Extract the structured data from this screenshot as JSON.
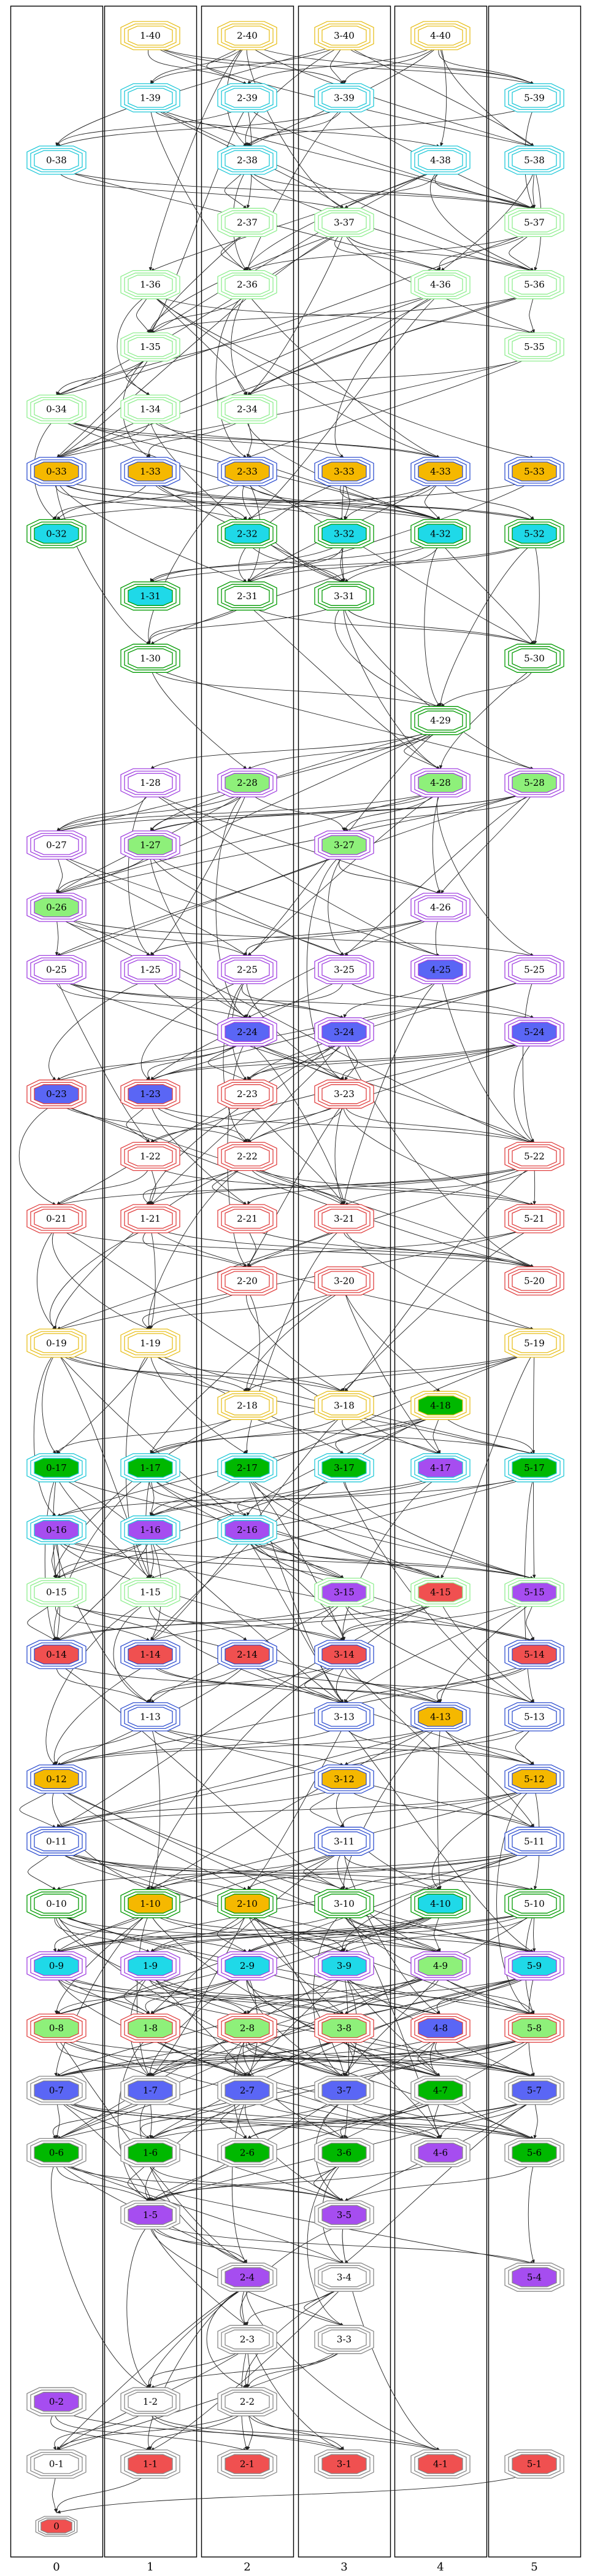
{
  "diagram": {
    "columns": [
      "0",
      "1",
      "2",
      "3",
      "4",
      "5"
    ],
    "rows": [
      40,
      39,
      38,
      37,
      36,
      35,
      34,
      33,
      32,
      31,
      30,
      29,
      28,
      27,
      26,
      25,
      24,
      23,
      22,
      21,
      20,
      19,
      18,
      17,
      16,
      15,
      14,
      13,
      12,
      11,
      10,
      9,
      8,
      7,
      6,
      5,
      4,
      3,
      2,
      1,
      0
    ],
    "palette": {
      "gold": "#F5B800",
      "cyan": "#1FD9E8",
      "green": "#00B800",
      "lightgreen": "#8EF07A",
      "purple": "#A64DF0",
      "blue": "#5A66F5",
      "red": "#F05050",
      "white": "#FFFFFF"
    },
    "border_colors": {
      "gold": "#E8C020",
      "cyan": "#20C8D8",
      "green": "#009900",
      "lightgreen": "#90EE90",
      "purple": "#A040E0",
      "blue": "#3050D0",
      "red": "#E04040",
      "gray": "#999999"
    },
    "nodes": [
      {
        "id": "1-40",
        "fill": "white",
        "border": "gold"
      },
      {
        "id": "2-40",
        "fill": "white",
        "border": "gold"
      },
      {
        "id": "3-40",
        "fill": "white",
        "border": "gold"
      },
      {
        "id": "4-40",
        "fill": "white",
        "border": "gold"
      },
      {
        "id": "1-39",
        "fill": "white",
        "border": "cyan"
      },
      {
        "id": "2-39",
        "fill": "white",
        "border": "cyan"
      },
      {
        "id": "3-39",
        "fill": "white",
        "border": "cyan"
      },
      {
        "id": "5-39",
        "fill": "white",
        "border": "cyan"
      },
      {
        "id": "0-38",
        "fill": "white",
        "border": "cyan"
      },
      {
        "id": "2-38",
        "fill": "white",
        "border": "cyan"
      },
      {
        "id": "4-38",
        "fill": "white",
        "border": "cyan"
      },
      {
        "id": "5-38",
        "fill": "white",
        "border": "cyan"
      },
      {
        "id": "2-37",
        "fill": "white",
        "border": "lightgreen"
      },
      {
        "id": "3-37",
        "fill": "white",
        "border": "lightgreen"
      },
      {
        "id": "5-37",
        "fill": "white",
        "border": "lightgreen"
      },
      {
        "id": "1-36",
        "fill": "white",
        "border": "lightgreen"
      },
      {
        "id": "2-36",
        "fill": "white",
        "border": "lightgreen"
      },
      {
        "id": "4-36",
        "fill": "white",
        "border": "lightgreen"
      },
      {
        "id": "5-36",
        "fill": "white",
        "border": "lightgreen"
      },
      {
        "id": "1-35",
        "fill": "white",
        "border": "lightgreen"
      },
      {
        "id": "5-35",
        "fill": "white",
        "border": "lightgreen"
      },
      {
        "id": "0-34",
        "fill": "white",
        "border": "lightgreen"
      },
      {
        "id": "1-34",
        "fill": "white",
        "border": "lightgreen"
      },
      {
        "id": "2-34",
        "fill": "white",
        "border": "lightgreen"
      },
      {
        "id": "0-33",
        "fill": "gold",
        "border": "blue"
      },
      {
        "id": "1-33",
        "fill": "gold",
        "border": "blue"
      },
      {
        "id": "2-33",
        "fill": "gold",
        "border": "blue"
      },
      {
        "id": "3-33",
        "fill": "gold",
        "border": "blue"
      },
      {
        "id": "4-33",
        "fill": "gold",
        "border": "blue"
      },
      {
        "id": "5-33",
        "fill": "gold",
        "border": "blue"
      },
      {
        "id": "0-32",
        "fill": "cyan",
        "border": "green"
      },
      {
        "id": "2-32",
        "fill": "cyan",
        "border": "green"
      },
      {
        "id": "3-32",
        "fill": "cyan",
        "border": "green"
      },
      {
        "id": "4-32",
        "fill": "cyan",
        "border": "green"
      },
      {
        "id": "5-32",
        "fill": "cyan",
        "border": "green"
      },
      {
        "id": "1-31",
        "fill": "cyan",
        "border": "green"
      },
      {
        "id": "2-31",
        "fill": "white",
        "border": "green"
      },
      {
        "id": "3-31",
        "fill": "white",
        "border": "green"
      },
      {
        "id": "1-30",
        "fill": "white",
        "border": "green"
      },
      {
        "id": "5-30",
        "fill": "white",
        "border": "green"
      },
      {
        "id": "4-29",
        "fill": "white",
        "border": "green"
      },
      {
        "id": "1-28",
        "fill": "white",
        "border": "purple"
      },
      {
        "id": "2-28",
        "fill": "lightgreen",
        "border": "purple"
      },
      {
        "id": "4-28",
        "fill": "lightgreen",
        "border": "purple"
      },
      {
        "id": "5-28",
        "fill": "lightgreen",
        "border": "purple"
      },
      {
        "id": "0-27",
        "fill": "white",
        "border": "purple"
      },
      {
        "id": "1-27",
        "fill": "lightgreen",
        "border": "purple"
      },
      {
        "id": "3-27",
        "fill": "lightgreen",
        "border": "purple"
      },
      {
        "id": "0-26",
        "fill": "lightgreen",
        "border": "purple"
      },
      {
        "id": "4-26",
        "fill": "white",
        "border": "purple"
      },
      {
        "id": "0-25",
        "fill": "white",
        "border": "purple"
      },
      {
        "id": "1-25",
        "fill": "white",
        "border": "purple"
      },
      {
        "id": "2-25",
        "fill": "white",
        "border": "purple"
      },
      {
        "id": "3-25",
        "fill": "white",
        "border": "purple"
      },
      {
        "id": "4-25",
        "fill": "blue",
        "border": "purple"
      },
      {
        "id": "5-25",
        "fill": "white",
        "border": "purple"
      },
      {
        "id": "2-24",
        "fill": "blue",
        "border": "purple"
      },
      {
        "id": "3-24",
        "fill": "blue",
        "border": "purple"
      },
      {
        "id": "5-24",
        "fill": "blue",
        "border": "purple"
      },
      {
        "id": "0-23",
        "fill": "blue",
        "border": "red"
      },
      {
        "id": "1-23",
        "fill": "blue",
        "border": "red"
      },
      {
        "id": "2-23",
        "fill": "white",
        "border": "red"
      },
      {
        "id": "3-23",
        "fill": "white",
        "border": "red"
      },
      {
        "id": "1-22",
        "fill": "white",
        "border": "red"
      },
      {
        "id": "2-22",
        "fill": "white",
        "border": "red"
      },
      {
        "id": "5-22",
        "fill": "white",
        "border": "red"
      },
      {
        "id": "0-21",
        "fill": "white",
        "border": "red"
      },
      {
        "id": "1-21",
        "fill": "white",
        "border": "red"
      },
      {
        "id": "2-21",
        "fill": "white",
        "border": "red"
      },
      {
        "id": "3-21",
        "fill": "white",
        "border": "red"
      },
      {
        "id": "5-21",
        "fill": "white",
        "border": "red"
      },
      {
        "id": "2-20",
        "fill": "white",
        "border": "red"
      },
      {
        "id": "3-20",
        "fill": "white",
        "border": "red"
      },
      {
        "id": "5-20",
        "fill": "white",
        "border": "red"
      },
      {
        "id": "0-19",
        "fill": "white",
        "border": "gold"
      },
      {
        "id": "1-19",
        "fill": "white",
        "border": "gold"
      },
      {
        "id": "5-19",
        "fill": "white",
        "border": "gold"
      },
      {
        "id": "2-18",
        "fill": "white",
        "border": "gold"
      },
      {
        "id": "3-18",
        "fill": "white",
        "border": "gold"
      },
      {
        "id": "4-18",
        "fill": "green",
        "border": "gold"
      },
      {
        "id": "0-17",
        "fill": "green",
        "border": "cyan"
      },
      {
        "id": "1-17",
        "fill": "green",
        "border": "cyan"
      },
      {
        "id": "2-17",
        "fill": "green",
        "border": "cyan"
      },
      {
        "id": "3-17",
        "fill": "green",
        "border": "cyan"
      },
      {
        "id": "4-17",
        "fill": "purple",
        "border": "cyan"
      },
      {
        "id": "5-17",
        "fill": "green",
        "border": "cyan"
      },
      {
        "id": "0-16",
        "fill": "purple",
        "border": "cyan"
      },
      {
        "id": "1-16",
        "fill": "purple",
        "border": "cyan"
      },
      {
        "id": "2-16",
        "fill": "purple",
        "border": "cyan"
      },
      {
        "id": "0-15",
        "fill": "white",
        "border": "lightgreen"
      },
      {
        "id": "1-15",
        "fill": "white",
        "border": "lightgreen"
      },
      {
        "id": "3-15",
        "fill": "purple",
        "border": "lightgreen"
      },
      {
        "id": "4-15",
        "fill": "red",
        "border": "lightgreen"
      },
      {
        "id": "5-15",
        "fill": "purple",
        "border": "lightgreen"
      },
      {
        "id": "0-14",
        "fill": "red",
        "border": "blue"
      },
      {
        "id": "1-14",
        "fill": "red",
        "border": "blue"
      },
      {
        "id": "2-14",
        "fill": "red",
        "border": "blue"
      },
      {
        "id": "3-14",
        "fill": "red",
        "border": "blue"
      },
      {
        "id": "5-14",
        "fill": "red",
        "border": "blue"
      },
      {
        "id": "1-13",
        "fill": "white",
        "border": "blue"
      },
      {
        "id": "3-13",
        "fill": "white",
        "border": "blue"
      },
      {
        "id": "4-13",
        "fill": "gold",
        "border": "blue"
      },
      {
        "id": "5-13",
        "fill": "white",
        "border": "blue"
      },
      {
        "id": "0-12",
        "fill": "gold",
        "border": "blue"
      },
      {
        "id": "3-12",
        "fill": "gold",
        "border": "blue"
      },
      {
        "id": "5-12",
        "fill": "gold",
        "border": "blue"
      },
      {
        "id": "0-11",
        "fill": "white",
        "border": "blue"
      },
      {
        "id": "3-11",
        "fill": "white",
        "border": "blue"
      },
      {
        "id": "5-11",
        "fill": "white",
        "border": "blue"
      },
      {
        "id": "0-10",
        "fill": "white",
        "border": "green"
      },
      {
        "id": "1-10",
        "fill": "gold",
        "border": "green"
      },
      {
        "id": "2-10",
        "fill": "gold",
        "border": "green"
      },
      {
        "id": "3-10",
        "fill": "white",
        "border": "green"
      },
      {
        "id": "4-10",
        "fill": "cyan",
        "border": "green"
      },
      {
        "id": "5-10",
        "fill": "white",
        "border": "green"
      },
      {
        "id": "0-9",
        "fill": "cyan",
        "border": "purple"
      },
      {
        "id": "1-9",
        "fill": "cyan",
        "border": "purple"
      },
      {
        "id": "2-9",
        "fill": "cyan",
        "border": "purple"
      },
      {
        "id": "3-9",
        "fill": "cyan",
        "border": "purple"
      },
      {
        "id": "4-9",
        "fill": "lightgreen",
        "border": "purple"
      },
      {
        "id": "5-9",
        "fill": "cyan",
        "border": "purple"
      },
      {
        "id": "0-8",
        "fill": "lightgreen",
        "border": "red"
      },
      {
        "id": "1-8",
        "fill": "lightgreen",
        "border": "red"
      },
      {
        "id": "2-8",
        "fill": "lightgreen",
        "border": "red"
      },
      {
        "id": "3-8",
        "fill": "lightgreen",
        "border": "red"
      },
      {
        "id": "4-8",
        "fill": "blue",
        "border": "red"
      },
      {
        "id": "5-8",
        "fill": "lightgreen",
        "border": "red"
      },
      {
        "id": "0-7",
        "fill": "blue",
        "border": "white"
      },
      {
        "id": "1-7",
        "fill": "blue",
        "border": "white"
      },
      {
        "id": "2-7",
        "fill": "blue",
        "border": "white"
      },
      {
        "id": "3-7",
        "fill": "blue",
        "border": "white"
      },
      {
        "id": "4-7",
        "fill": "green",
        "border": "white"
      },
      {
        "id": "5-7",
        "fill": "blue",
        "border": "white"
      },
      {
        "id": "0-6",
        "fill": "green",
        "border": "white"
      },
      {
        "id": "1-6",
        "fill": "green",
        "border": "white"
      },
      {
        "id": "2-6",
        "fill": "green",
        "border": "white"
      },
      {
        "id": "3-6",
        "fill": "green",
        "border": "white"
      },
      {
        "id": "4-6",
        "fill": "purple",
        "border": "white"
      },
      {
        "id": "5-6",
        "fill": "green",
        "border": "white"
      },
      {
        "id": "1-5",
        "fill": "purple",
        "border": "white"
      },
      {
        "id": "3-5",
        "fill": "purple",
        "border": "white"
      },
      {
        "id": "2-4",
        "fill": "purple",
        "border": "white"
      },
      {
        "id": "3-4",
        "fill": "white",
        "border": "white"
      },
      {
        "id": "5-4",
        "fill": "purple",
        "border": "white"
      },
      {
        "id": "2-3",
        "fill": "white",
        "border": "white"
      },
      {
        "id": "3-3",
        "fill": "white",
        "border": "white"
      },
      {
        "id": "0-2",
        "fill": "purple",
        "border": "white"
      },
      {
        "id": "1-2",
        "fill": "white",
        "border": "white"
      },
      {
        "id": "2-2",
        "fill": "white",
        "border": "white"
      },
      {
        "id": "0-1",
        "fill": "white",
        "border": "white"
      },
      {
        "id": "1-1",
        "fill": "red",
        "border": "white"
      },
      {
        "id": "2-1",
        "fill": "red",
        "border": "white"
      },
      {
        "id": "3-1",
        "fill": "red",
        "border": "white"
      },
      {
        "id": "4-1",
        "fill": "red",
        "border": "white"
      },
      {
        "id": "5-1",
        "fill": "red",
        "border": "white"
      },
      {
        "id": "0",
        "fill": "red",
        "border": "white"
      }
    ]
  }
}
